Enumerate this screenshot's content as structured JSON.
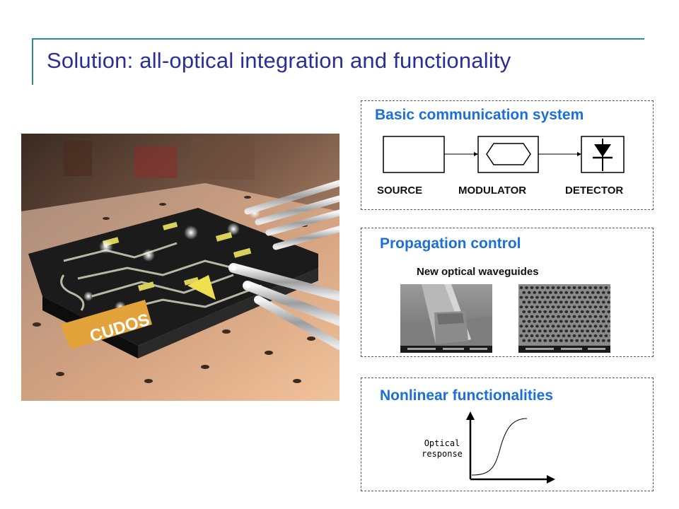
{
  "slide": {
    "title": "Solution: all-optical integration and functionality"
  },
  "photo": {
    "brand_text": "CUDOS",
    "icon": "photonic-chip-render"
  },
  "communication": {
    "title": "Basic communication system",
    "blocks": [
      "SOURCE",
      "MODULATOR",
      "DETECTOR"
    ]
  },
  "propagation": {
    "title": "Propagation control",
    "subtitle": "New optical waveguides"
  },
  "nonlinear": {
    "title": "Nonlinear functionalities",
    "axis_label_line1": "Optical",
    "axis_label_line2": "response"
  },
  "colors": {
    "title": "#2a2f96",
    "accent": "#1c6fd8",
    "rule": "#2e8b8b"
  }
}
